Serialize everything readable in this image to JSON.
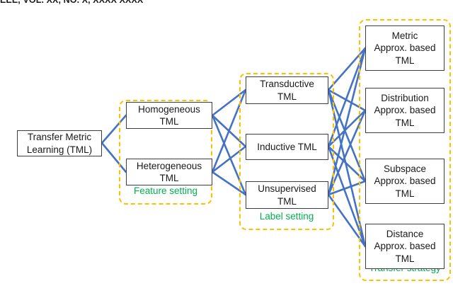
{
  "header": {
    "journal_line": "EEE, VOL. XX, NO. X, XXXX XXXX"
  },
  "colors": {
    "edge_blue": "#4472C4",
    "group_border_orange": "#FFC000",
    "group_label_green": "#00B050",
    "node_border": "#3D3D3D",
    "node_fill": "#FFFFFF",
    "text": "#1A1A1A"
  },
  "diagram": {
    "type": "taxonomy-tree",
    "root": {
      "id": "root",
      "label": "Transfer Metric\nLearning (TML)",
      "line1": "Transfer Metric",
      "line2": "Learning (TML)"
    },
    "groups": [
      {
        "id": "feature-setting",
        "label": "Feature setting",
        "nodes": [
          {
            "id": "homogeneous-tml",
            "line1": "Homogeneous",
            "line2": "TML",
            "line3": ""
          },
          {
            "id": "heterogeneous-tml",
            "line1": "Heterogeneous",
            "line2": "TML",
            "line3": ""
          }
        ]
      },
      {
        "id": "label-setting",
        "label": "Label setting",
        "nodes": [
          {
            "id": "transductive-tml",
            "line1": "Transductive",
            "line2": "TML",
            "line3": ""
          },
          {
            "id": "inductive-tml",
            "line1": "Inductive TML",
            "line2": "",
            "line3": ""
          },
          {
            "id": "unsupervised-tml",
            "line1": "Unsupervised",
            "line2": "TML",
            "line3": ""
          }
        ]
      },
      {
        "id": "transfer-strategy",
        "label": "Transfer strategy",
        "nodes": [
          {
            "id": "metric-approx-tml",
            "line1": "Metric",
            "line2": "Approx. based",
            "line3": "TML"
          },
          {
            "id": "distribution-approx-tml",
            "line1": "Distribution",
            "line2": "Approx. based",
            "line3": "TML"
          },
          {
            "id": "subspace-approx-tml",
            "line1": "Subspace",
            "line2": "Approx. based",
            "line3": "TML"
          },
          {
            "id": "distance-approx-tml",
            "line1": "Distance",
            "line2": "Approx. based",
            "line3": "TML"
          }
        ]
      }
    ],
    "edges": {
      "root_to_feature": [
        "root->homogeneous-tml",
        "root->heterogeneous-tml"
      ],
      "feature_to_label": [
        "homogeneous-tml->transductive-tml",
        "homogeneous-tml->inductive-tml",
        "homogeneous-tml->unsupervised-tml",
        "heterogeneous-tml->transductive-tml",
        "heterogeneous-tml->inductive-tml",
        "heterogeneous-tml->unsupervised-tml"
      ],
      "label_to_strategy": [
        "transductive-tml->metric-approx-tml",
        "transductive-tml->distribution-approx-tml",
        "transductive-tml->subspace-approx-tml",
        "transductive-tml->distance-approx-tml",
        "inductive-tml->metric-approx-tml",
        "inductive-tml->distribution-approx-tml",
        "inductive-tml->subspace-approx-tml",
        "inductive-tml->distance-approx-tml",
        "unsupervised-tml->metric-approx-tml",
        "unsupervised-tml->distribution-approx-tml",
        "unsupervised-tml->subspace-approx-tml",
        "unsupervised-tml->distance-approx-tml"
      ]
    }
  }
}
